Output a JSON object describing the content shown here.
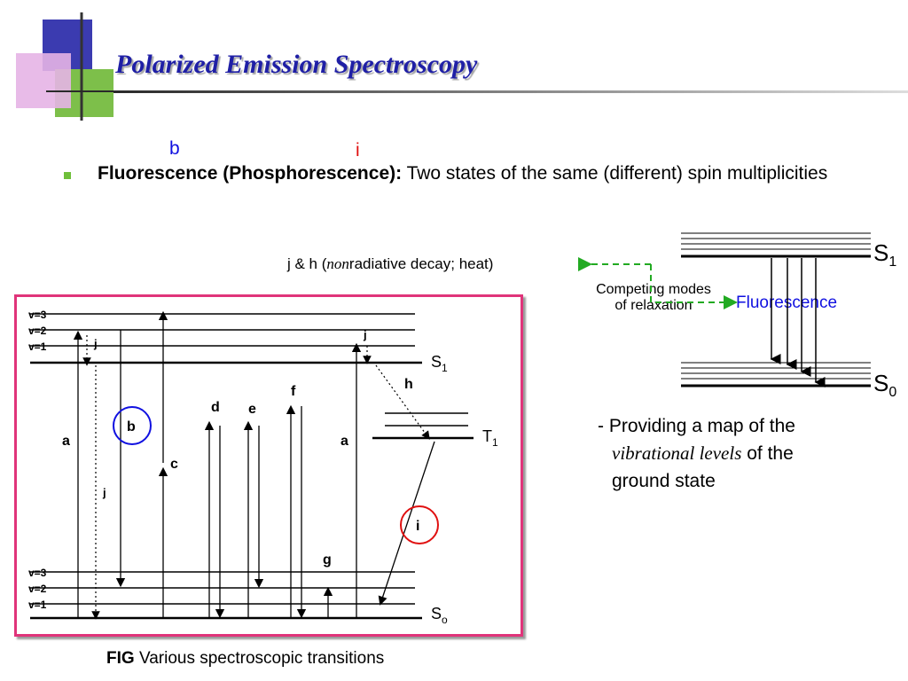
{
  "slide": {
    "title": "Polarized Emission Spectroscopy",
    "marker_b": "b",
    "marker_i": "i",
    "bullet_bold": "Fluorescence (Phosphorescence):",
    "bullet_rest": " Two states of the same (different) spin multiplicities",
    "caption_bold": "FIG",
    "caption_rest": " Various spectroscopic transitions"
  },
  "right_panel": {
    "nonrad_prefix": "j & h (",
    "nonrad_italic": "non",
    "nonrad_suffix": "radiative decay; heat)",
    "competing_line1": "Competing modes",
    "competing_line2": "of relaxation",
    "fluorescence": "Fluorescence",
    "s1_main": "S",
    "s1_sub": "1",
    "s0_main": "S",
    "s0_sub": "0",
    "map_line1": "- Providing a map of the",
    "map_italic": "vibrational levels",
    "map_line2_rest": " of the",
    "map_line3": "ground state"
  },
  "figure": {
    "v3_top": "v=3",
    "v2_top": "v=2",
    "v1_top": "v=1",
    "v3_bot": "v=3",
    "v2_bot": "v=2",
    "v1_bot": "v=1",
    "s1": "S",
    "s1_sub": "1",
    "s0": "S",
    "s0_sub": "o",
    "t1": "T",
    "t1_sub": "1",
    "lab_a1": "a",
    "lab_a2": "a",
    "lab_b": "b",
    "lab_c": "c",
    "lab_d": "d",
    "lab_e": "e",
    "lab_f": "f",
    "lab_g": "g",
    "lab_h": "h",
    "lab_i": "i",
    "lab_j1": "j",
    "lab_j2": "j",
    "lab_j3": "j"
  },
  "colors": {
    "title": "#1f1fa6",
    "panel_border": "#e0347a",
    "blue_marker": "#1010e0",
    "red_marker": "#e01010",
    "green_arrow": "#22aa22",
    "bullet": "#6fbf3a"
  }
}
